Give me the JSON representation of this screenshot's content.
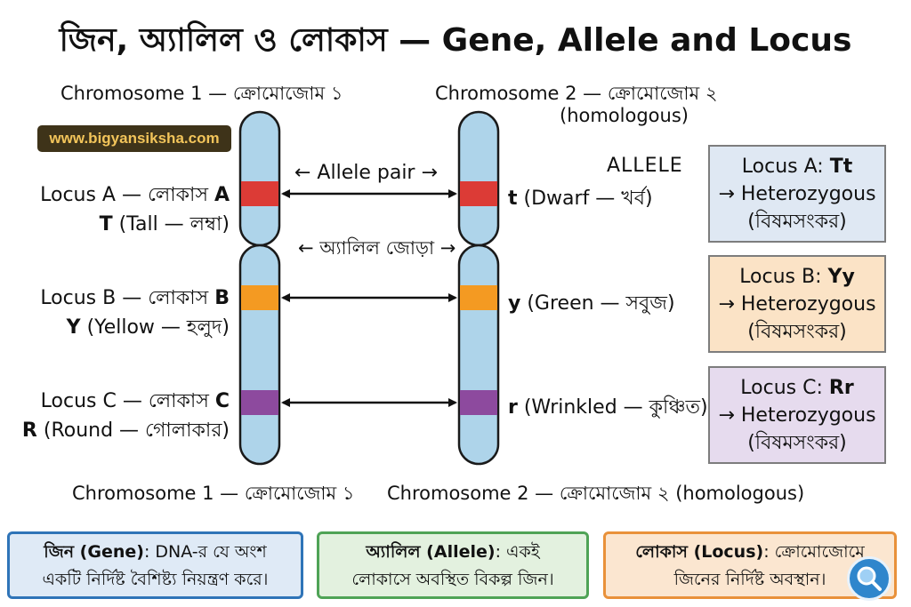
{
  "title": "জিন, অ্যালিল ও লোকাস — Gene, Allele and Locus",
  "website": "www.bigyansiksha.com",
  "chromosome1_top": "Chromosome 1 — ক্রোমোজোম ১",
  "chromosome2_top": "Chromosome 2 — ক্রোমোজোম ২",
  "chromosome2_top_sub": "(homologous)",
  "chromosome1_bottom": "Chromosome 1 — ক্রোমোজোম ১",
  "chromosome2_bottom": "Chromosome 2 — ক্রোমোজোম ২ (homologous)",
  "allele_pair_label": "← Allele pair →",
  "allele_pair_label_bn": "← অ্যালিল জোড়া →",
  "allele_word": "ALLELE",
  "loci": [
    {
      "name_prefix": "Locus A — লোকাস ",
      "name_letter": "A",
      "color": "#dc3b36",
      "left_allele_letter": "T",
      "left_allele_desc": " (Tall — লম্বা)",
      "right_allele_letter": "t",
      "right_allele_desc": " (Dwarf — খর্ব)",
      "genotype_prefix": "Locus A: ",
      "genotype": "Tt",
      "zygosity": "→ Heterozygous",
      "zygosity_bn": "(বিষমসংকর)",
      "box_color": "#dfe8f3"
    },
    {
      "name_prefix": "Locus B — লোকাস ",
      "name_letter": "B",
      "color": "#f49a22",
      "left_allele_letter": "Y",
      "left_allele_desc": " (Yellow — হলুদ)",
      "right_allele_letter": "y",
      "right_allele_desc": " (Green — সবুজ)",
      "genotype_prefix": "Locus B: ",
      "genotype": "Yy",
      "zygosity": "→ Heterozygous",
      "zygosity_bn": "(বিষমসংকর)",
      "box_color": "#fbe3c6"
    },
    {
      "name_prefix": "Locus C — লোকাস ",
      "name_letter": "C",
      "color": "#8d4a9e",
      "left_allele_letter": "R",
      "left_allele_desc": " (Round — গোলাকার)",
      "right_allele_letter": "r",
      "right_allele_desc": " (Wrinkled — কুঞ্চিত)",
      "genotype_prefix": "Locus C: ",
      "genotype": "Rr",
      "zygosity": "→ Heterozygous",
      "zygosity_bn": "(বিষমসংকর)",
      "box_color": "#e6dbee"
    }
  ],
  "definitions": [
    {
      "term": "জিন (Gene)",
      "text1": ": DNA-র যে অংশ",
      "text2": "একটি নির্দিষ্ট বৈশিষ্ট্য নিয়ন্ত্রণ করে।",
      "border": "#2f74b8",
      "bg": "#dfeaf6"
    },
    {
      "term": "অ্যালিল (Allele)",
      "text1": ": একই",
      "text2": "লোকাসে অবস্থিত বিকল্প জিন।",
      "border": "#4fa356",
      "bg": "#e3f1df"
    },
    {
      "term": "লোকাস (Locus)",
      "text1": ": ক্রোমোজোমে",
      "text2": "জিনের নির্দিষ্ট অবস্থান।",
      "border": "#e9913a",
      "bg": "#fbe6d0"
    }
  ],
  "icons": {
    "search": "magnifier-icon",
    "arrows": "double-arrow-icon"
  },
  "colors": {
    "chromosome_fill": "#aed4ea",
    "chromosome_outline": "#1a1a1a"
  }
}
